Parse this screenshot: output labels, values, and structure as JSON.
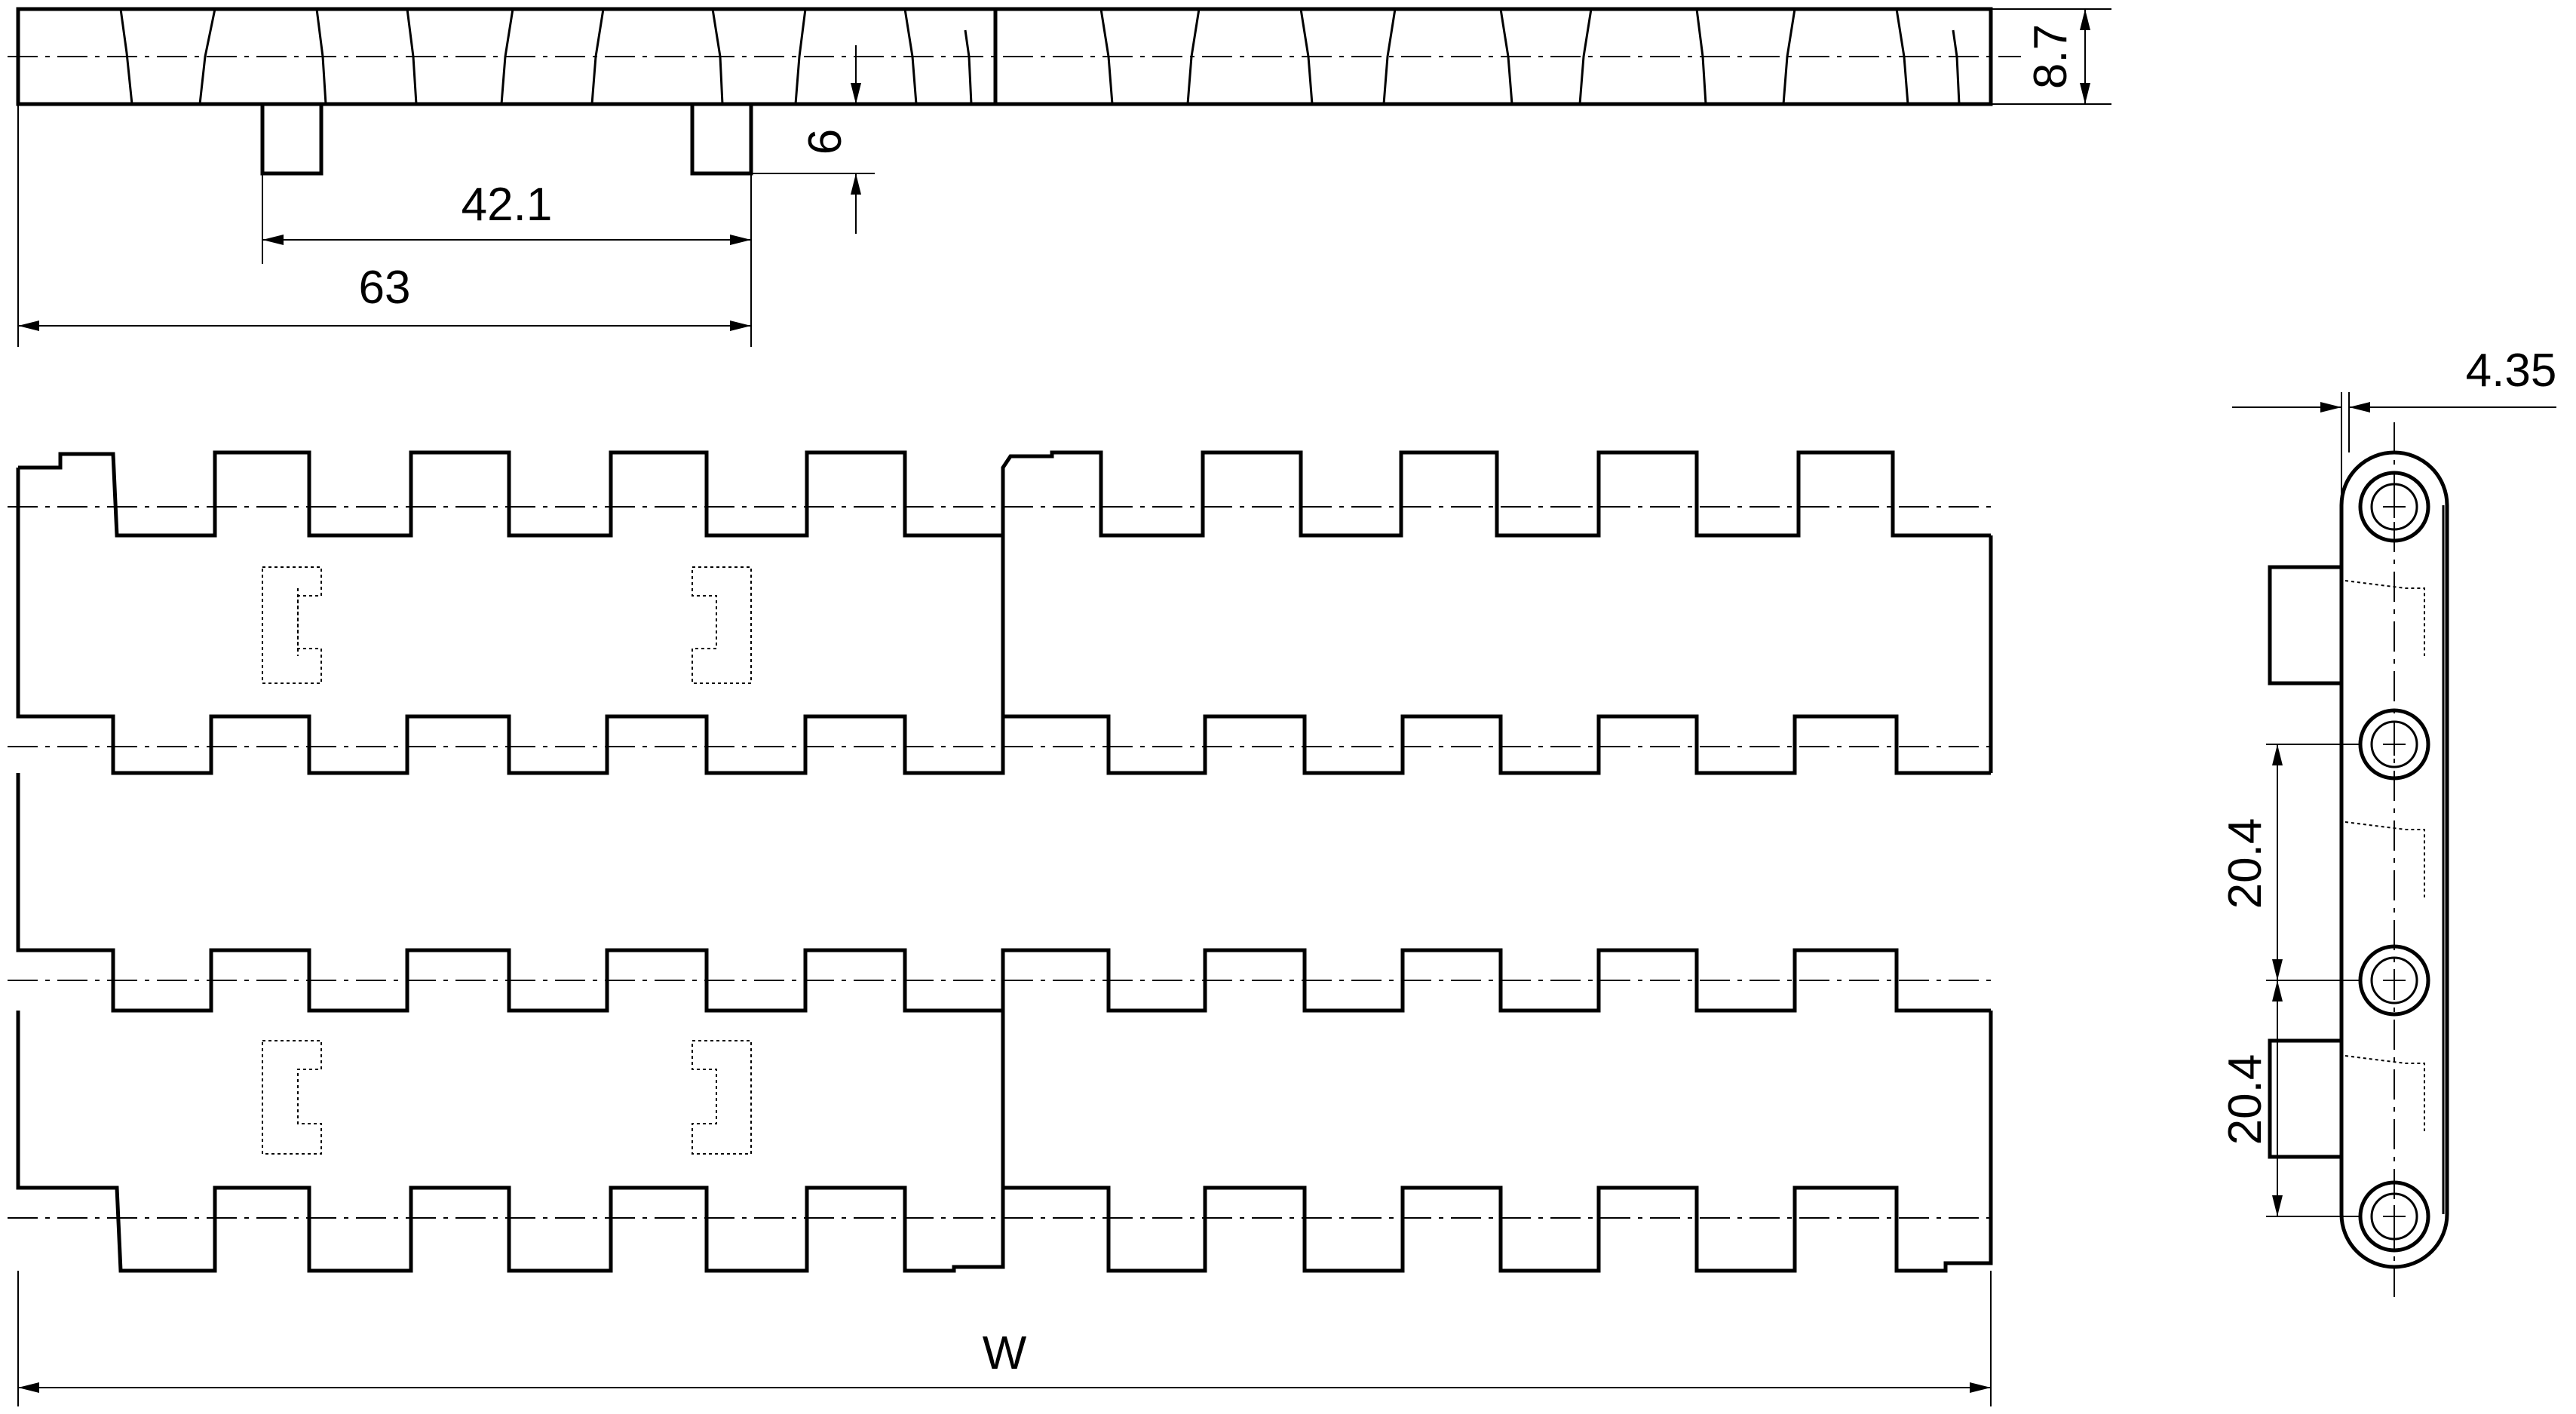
{
  "dimensions": {
    "pitch_offset": "42.1",
    "module_width": "63",
    "tab_height": "6",
    "thickness": "8.7",
    "offset": "4.35",
    "pitch_upper": "20.4",
    "pitch_lower": "20.4",
    "belt_width": "W"
  }
}
